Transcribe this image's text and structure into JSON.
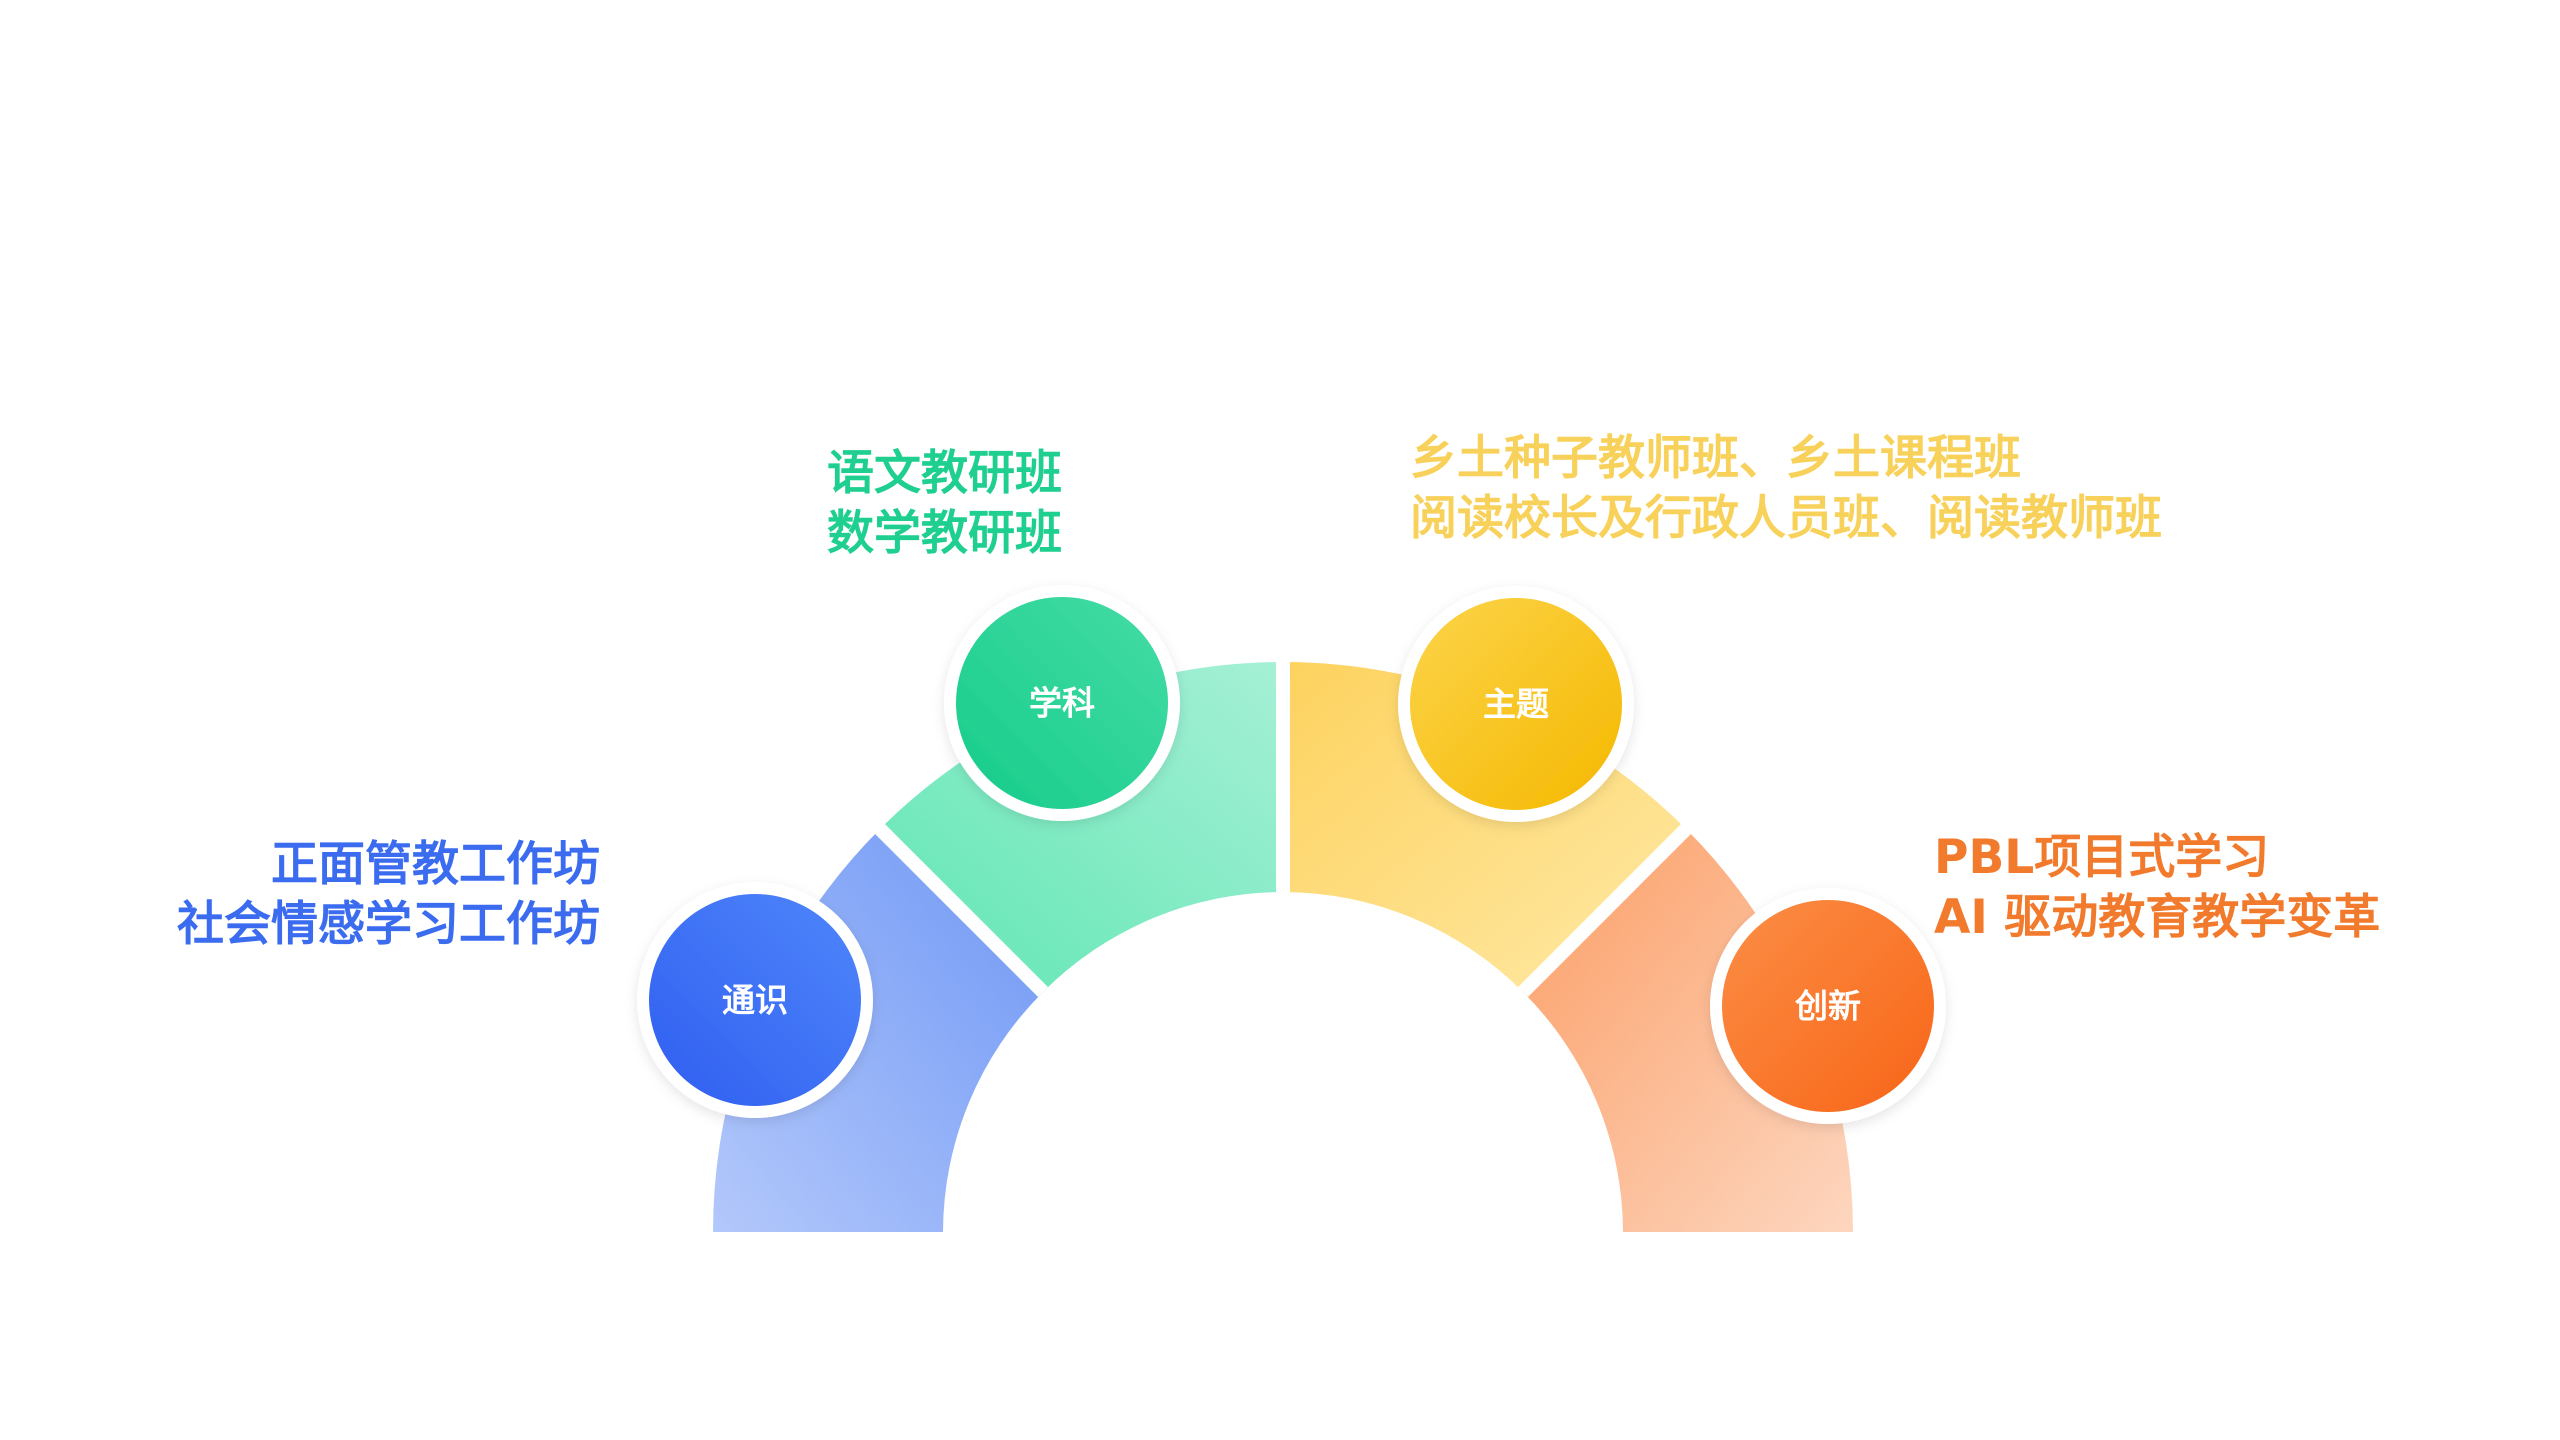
{
  "colors": {
    "general": "#3b6cf0",
    "subject": "#1ecf8f",
    "theme": "#f8d15b",
    "innovation": "#f27a2c"
  },
  "nodes": {
    "general": {
      "label": "通识",
      "lines": [
        "正面管教工作坊",
        "社会情感学习工作坊"
      ]
    },
    "subject": {
      "label": "学科",
      "lines": [
        "语文教研班",
        "数学教研班"
      ]
    },
    "theme": {
      "label": "主题",
      "lines": [
        "乡土种子教师班、乡土课程班",
        "阅读校长及行政人员班、阅读教师班"
      ]
    },
    "innovation": {
      "label": "创新",
      "lines": [
        "PBL项目式学习",
        "AI 驱动教育教学变革"
      ]
    }
  }
}
